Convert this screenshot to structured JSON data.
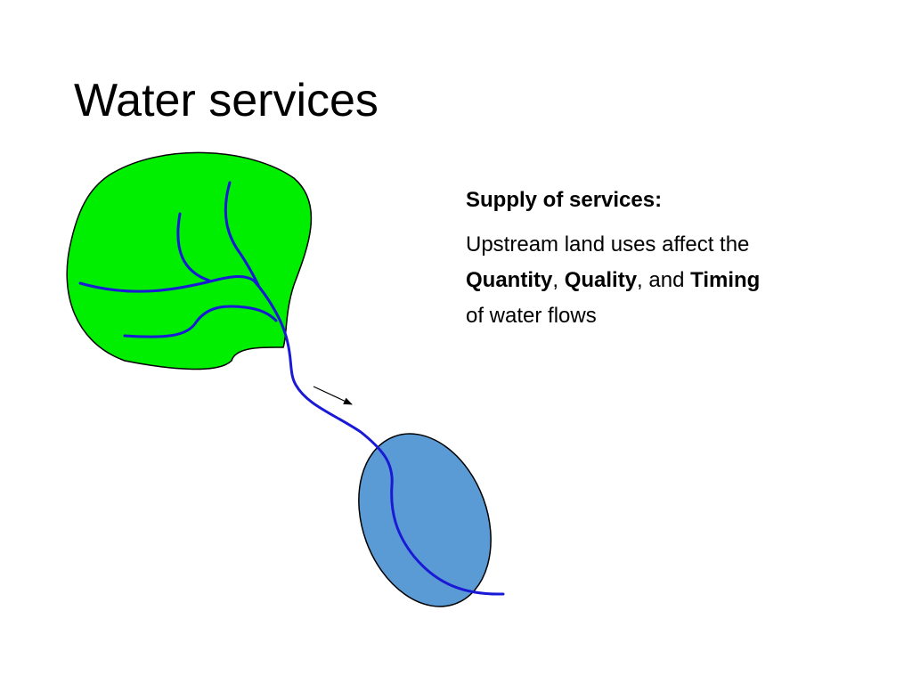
{
  "slide": {
    "title": "Water services"
  },
  "text": {
    "heading": "Supply of services:",
    "body_line1": "Upstream land uses affect the",
    "term_quantity": "Quantity",
    "sep_comma": ",",
    "term_quality": "Quality",
    "sep_and": ", and",
    "term_timing": "Timing",
    "body_end": "of water flows"
  },
  "colors": {
    "watershed_fill": "#00ee00",
    "stream": "#1a1ad6",
    "lake_fill": "#5b9bd5",
    "outline": "#000000"
  }
}
